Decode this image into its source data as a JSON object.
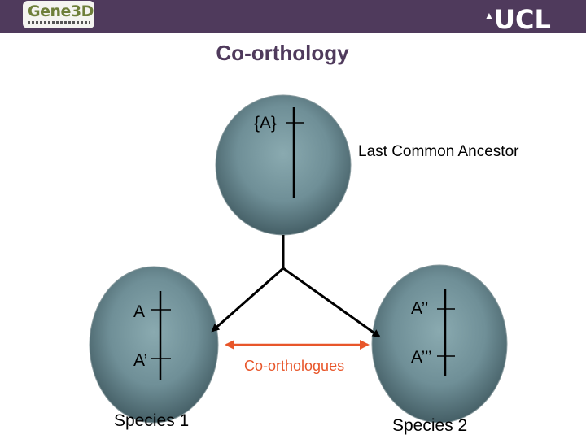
{
  "header": {
    "logo_left_text": "Gene3D",
    "logo_right_text": "UCL"
  },
  "title": "Co-orthology",
  "ancestor": {
    "gene_label": "{A}",
    "caption": "Last Common Ancestor"
  },
  "species1": {
    "gene_top": "A",
    "gene_bottom": "A’",
    "caption": "Species 1"
  },
  "species2": {
    "gene_top": "A’’",
    "gene_bottom": "A’’’",
    "caption": "Species 2"
  },
  "relation_label": "Co-orthologues",
  "colors": {
    "header_bg": "#4f3a5c",
    "title": "#4f3a5c",
    "cell_center": "#8aaab0",
    "cell_edge": "#3e575e",
    "relation_arrow": "#e8562a"
  }
}
